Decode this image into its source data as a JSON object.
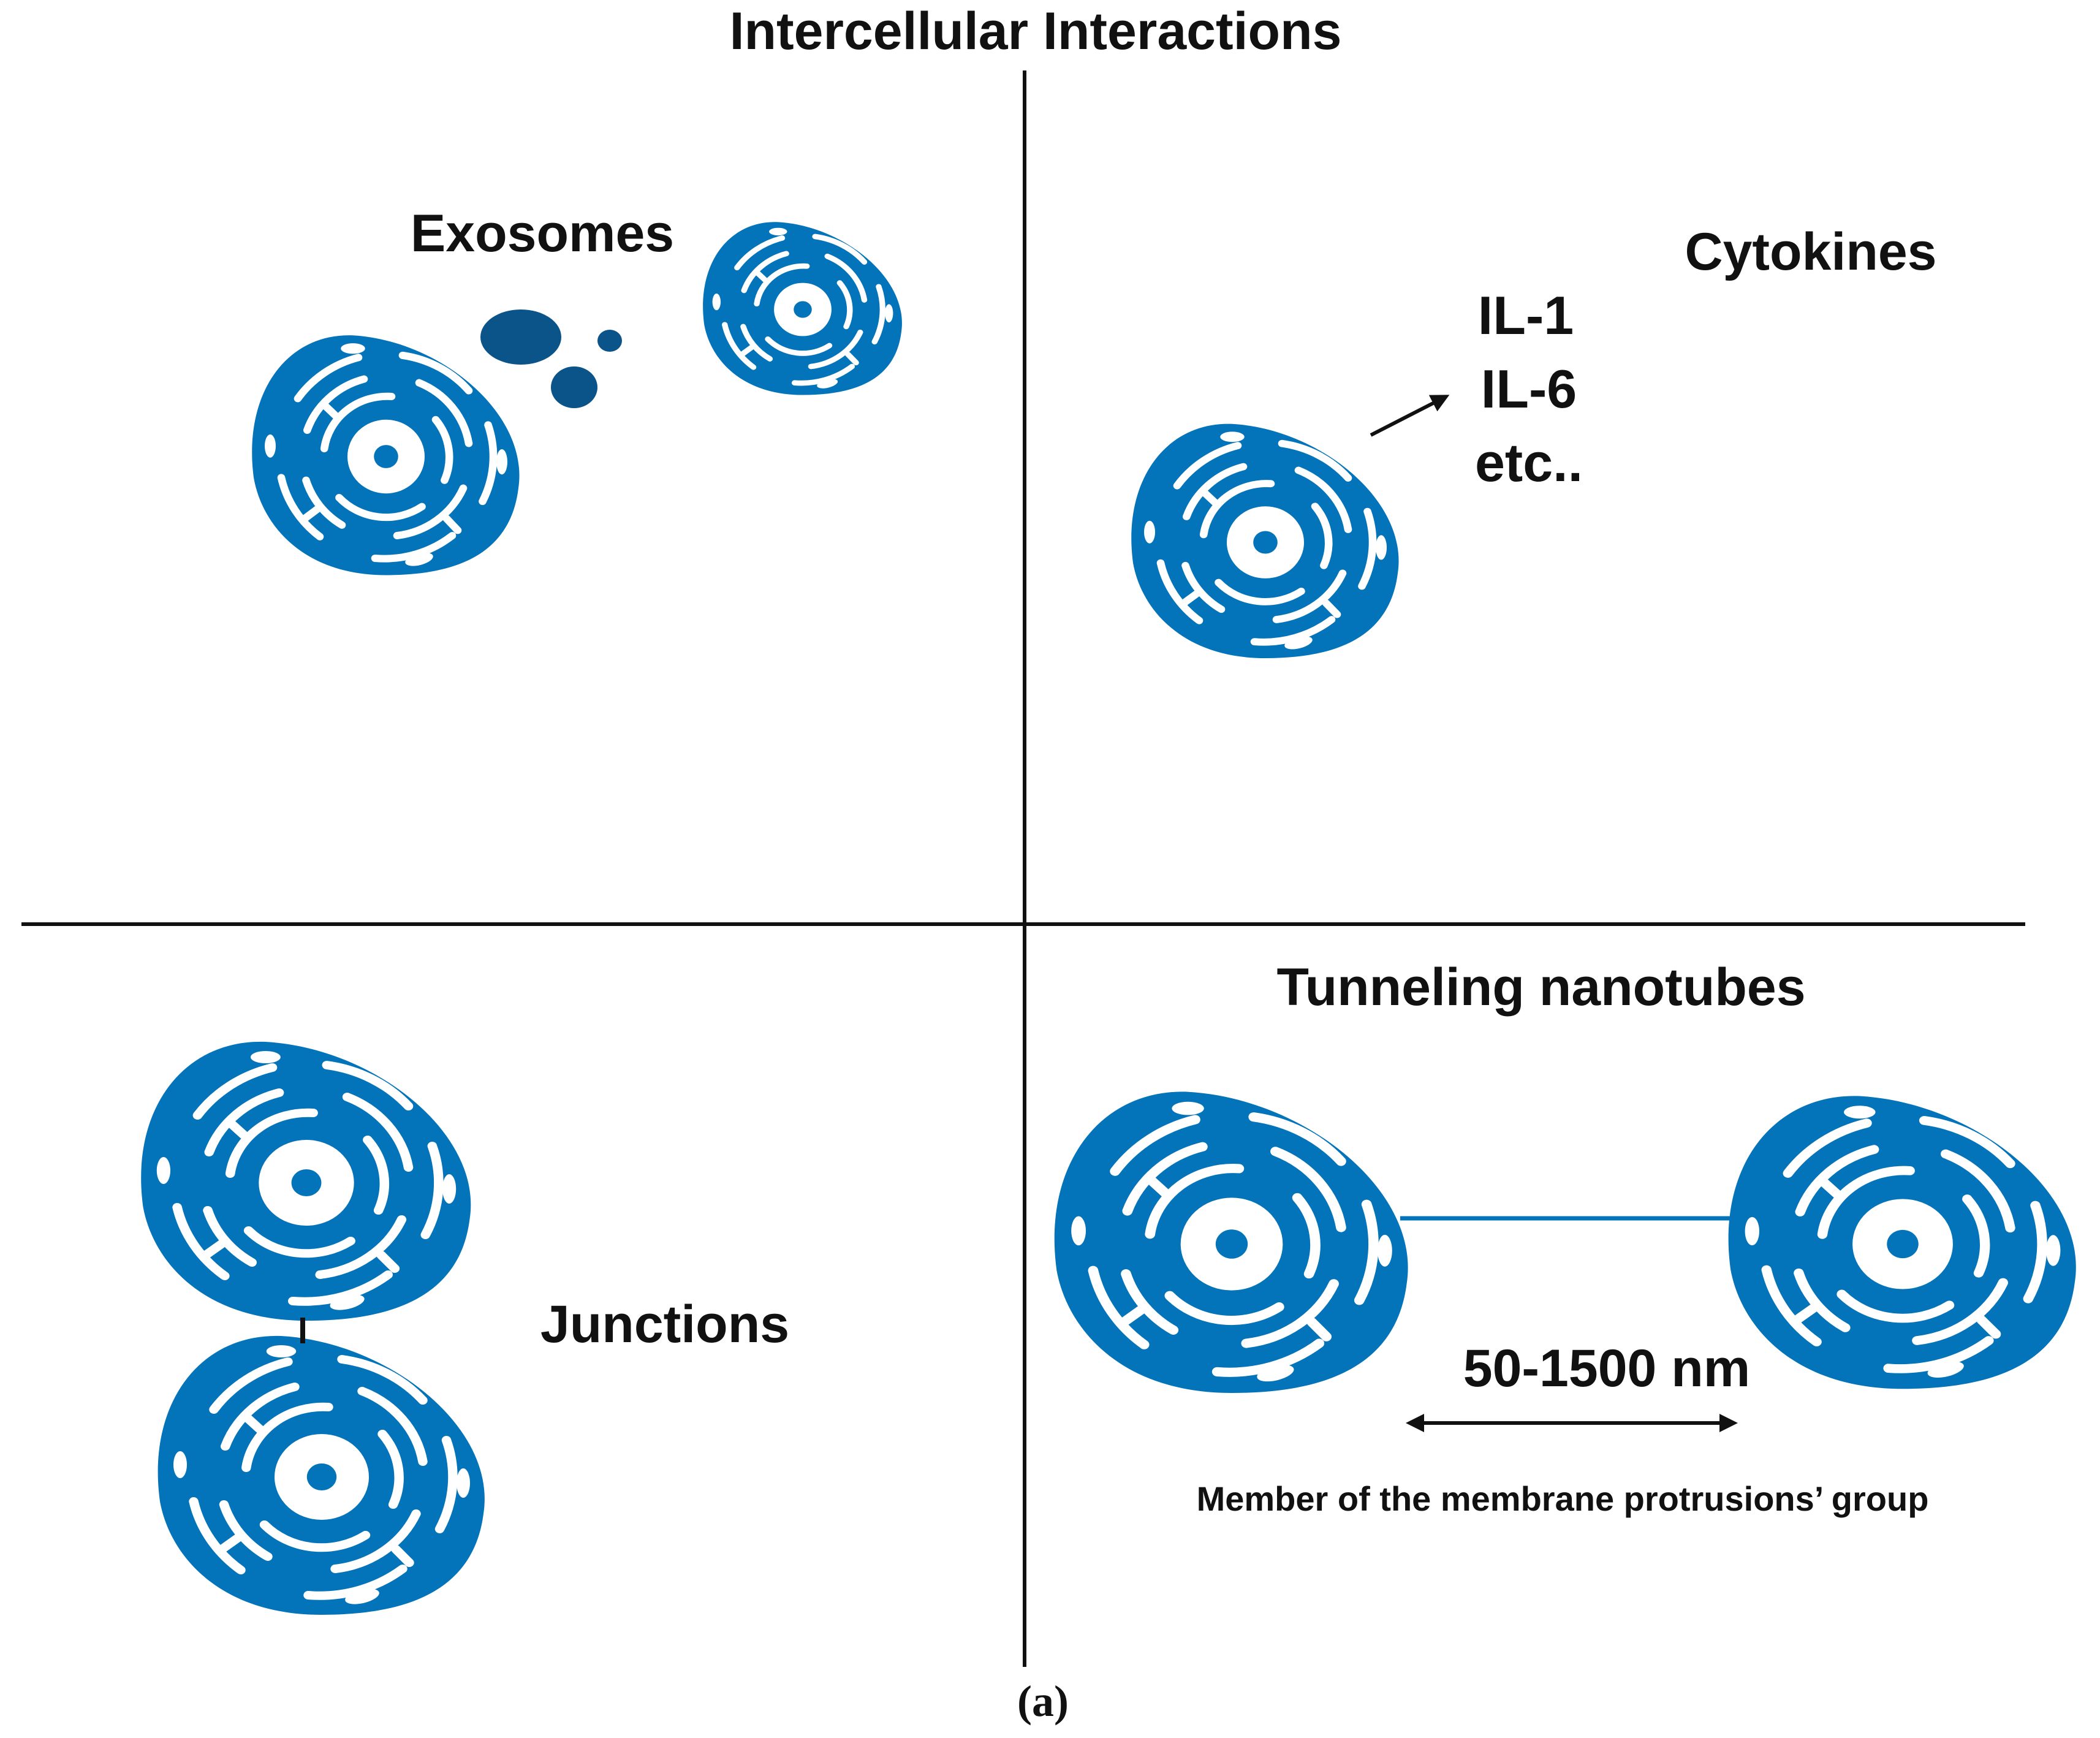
{
  "title": "Intercellular Interactions",
  "panels": {
    "exosomes": {
      "label": "Exosomes"
    },
    "cytokines": {
      "label": "Cytokines",
      "items": [
        "IL-1",
        "IL-6",
        "etc.."
      ]
    },
    "junctions": {
      "label": "Junctions"
    },
    "tunneling": {
      "label": "Tunneling nanotubes",
      "size_range": "50-1500 nm",
      "note": "Member of the membrane protrusions’ group"
    }
  },
  "caption": "(a)",
  "colors": {
    "cell": "#0474ba",
    "vesicle": "#0b5489",
    "ink": "#111111",
    "background": "#ffffff"
  },
  "icons": {
    "cell": "cell-icon",
    "vesicle": "vesicle-icon"
  }
}
